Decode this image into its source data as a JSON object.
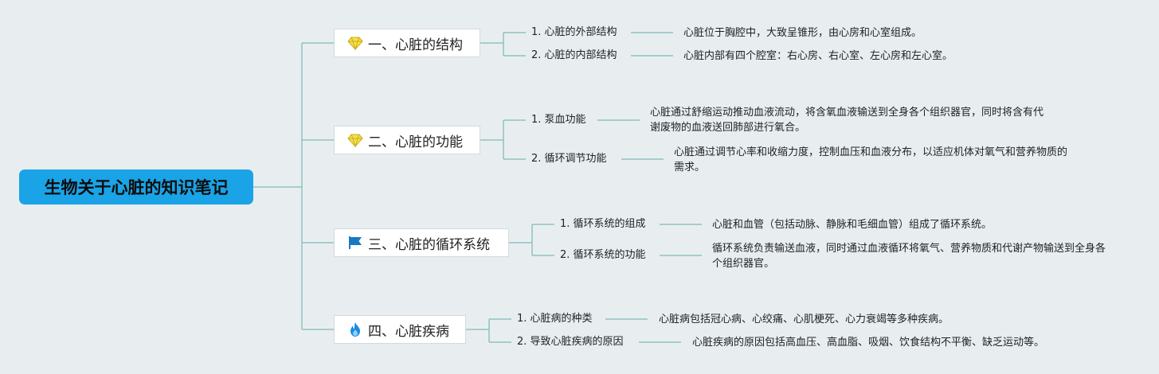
{
  "root": {
    "label": "生物关于心脏的知识笔记"
  },
  "branches": [
    {
      "label": "一、心脏的结构",
      "icon": "diamond-icon",
      "children": [
        {
          "label": "1. 心脏的外部结构",
          "note": "心脏位于胸腔中，大致呈锥形，由心房和心室组成。"
        },
        {
          "label": "2. 心脏的内部结构",
          "note": "心脏内部有四个腔室：右心房、右心室、左心房和左心室。"
        }
      ]
    },
    {
      "label": "二、心脏的功能",
      "icon": "diamond-icon",
      "children": [
        {
          "label": "1. 泵血功能",
          "note": "心脏通过舒缩运动推动血液流动，将含氧血液输送到全身各个组织器官，同时将含有代谢废物的血液送回肺部进行氧合。"
        },
        {
          "label": "2. 循环调节功能",
          "note": "心脏通过调节心率和收缩力度，控制血压和血液分布，以适应机体对氧气和营养物质的需求。"
        }
      ]
    },
    {
      "label": "三、心脏的循环系统",
      "icon": "flag-icon",
      "children": [
        {
          "label": "1. 循环系统的组成",
          "note": "心脏和血管（包括动脉、静脉和毛细血管）组成了循环系统。"
        },
        {
          "label": "2. 循环系统的功能",
          "note": "循环系统负责输送血液，同时通过血液循环将氧气、营养物质和代谢产物输送到全身各个组织器官。"
        }
      ]
    },
    {
      "label": "四、心脏疾病",
      "icon": "fire-icon",
      "children": [
        {
          "label": "1. 心脏病的种类",
          "note": "心脏病包括冠心病、心绞痛、心肌梗死、心力衰竭等多种疾病。"
        },
        {
          "label": "2. 导致心脏疾病的原因",
          "note": "心脏疾病的原因包括高血压、高血脂、吸烟、饮食结构不平衡、缺乏运动等。"
        }
      ]
    }
  ],
  "colors": {
    "connector": "#8fc2c0",
    "root_fill": "#1aa3e6",
    "background": "#e8eef0"
  }
}
